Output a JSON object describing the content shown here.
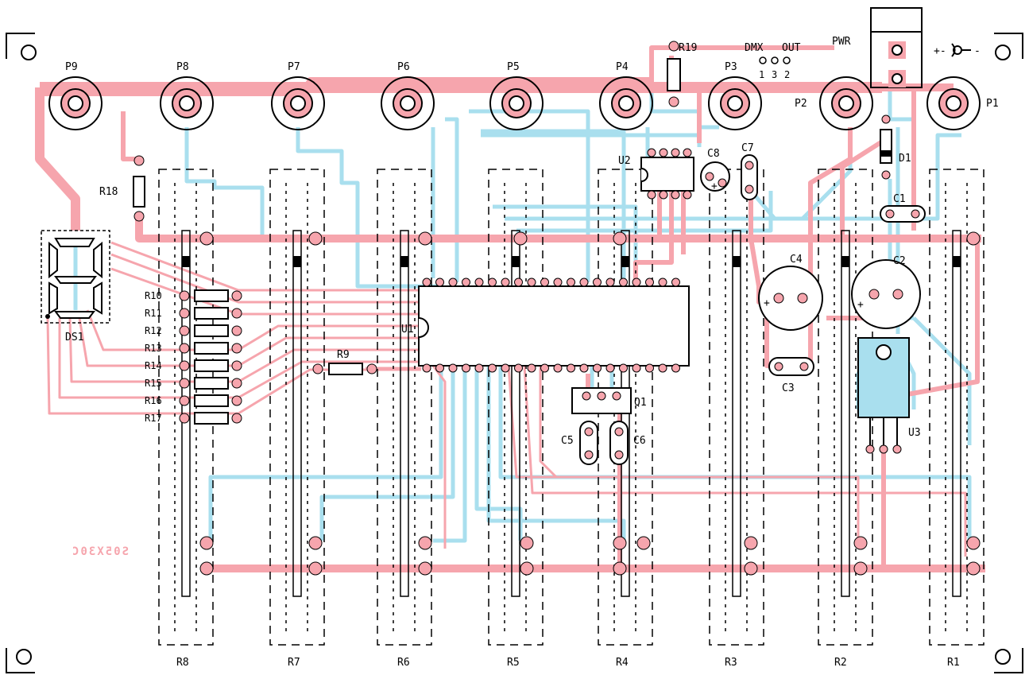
{
  "colors": {
    "top": "#a9dfee",
    "bottom": "#f6a5ad",
    "silk": "#000000",
    "background": "#ffffff"
  },
  "labels": {
    "pots": [
      "P9",
      "P8",
      "P7",
      "P6",
      "P5",
      "P4",
      "P3",
      "P2",
      "P1"
    ],
    "sliders": [
      "R8",
      "R7",
      "R6",
      "R5",
      "R4",
      "R3",
      "R2",
      "R1"
    ],
    "resistors": [
      "R10",
      "R11",
      "R12",
      "R13",
      "R14",
      "R15",
      "R16",
      "R17"
    ],
    "r9": "R9",
    "r18": "R18",
    "r19": "R19",
    "u1": "U1",
    "u2": "U2",
    "u3": "U3",
    "q1": "Q1",
    "c1": "C1",
    "c2": "C2",
    "c3": "C3",
    "c4": "C4",
    "c5": "C5",
    "c6": "C6",
    "c7": "C7",
    "c8": "C8",
    "d1": "D1",
    "ds1": "DS1",
    "pwr": "PWR",
    "dmx": "DMX",
    "out": "OUT",
    "pin1": "1",
    "pin3": "3",
    "pin2": "2",
    "plus": "+",
    "plus_minus": "+-",
    "minus": "-",
    "board_code": "S05X30C"
  }
}
